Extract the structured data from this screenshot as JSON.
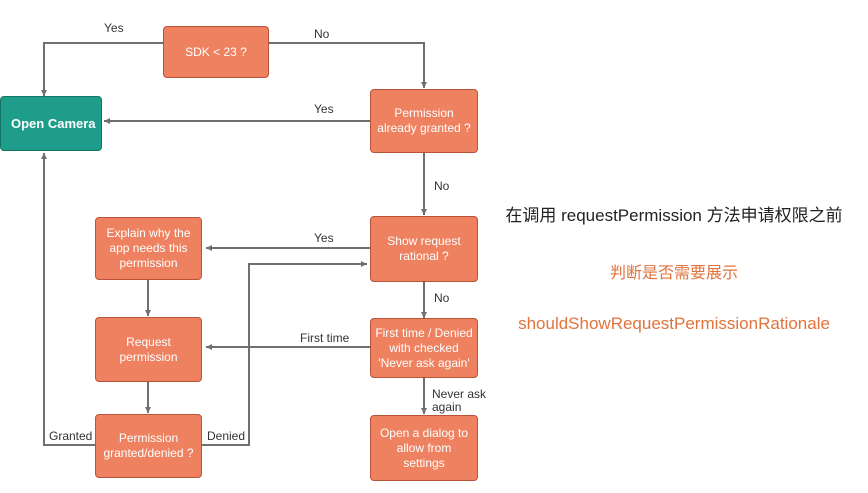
{
  "nodes": {
    "sdk": "SDK < 23 ?",
    "open_camera": "Open Camera",
    "perm_granted": "Permission\nalready granted ?",
    "show_rationale": "Show request\nrational ?",
    "explain": "Explain why the\napp needs this\npermission",
    "request": "Request\npermission",
    "granted_denied": "Permission\ngranted/denied ?",
    "first_time": "First time / Denied\nwith checked\n'Never ask again'",
    "open_dialog": "Open a dialog to\nallow from\nsettings"
  },
  "edge_labels": {
    "sdk_yes": "Yes",
    "sdk_no": "No",
    "granted_yes": "Yes",
    "granted_no": "No",
    "rationale_yes": "Yes",
    "rationale_no": "No",
    "first_time": "First time",
    "never_ask": "Never ask\nagain",
    "granted": "Granted",
    "denied": "Denied"
  },
  "notes": {
    "line1": "在调用 requestPermission 方法申请权限之前",
    "line2": "判断是否需要展示",
    "line3": "shouldShowRequestPermissionRationale"
  },
  "colors": {
    "node_fill": "#ee8160",
    "start_fill": "#1e9e8a",
    "edge": "#6f6f6f",
    "accent_text": "#e0733c"
  }
}
